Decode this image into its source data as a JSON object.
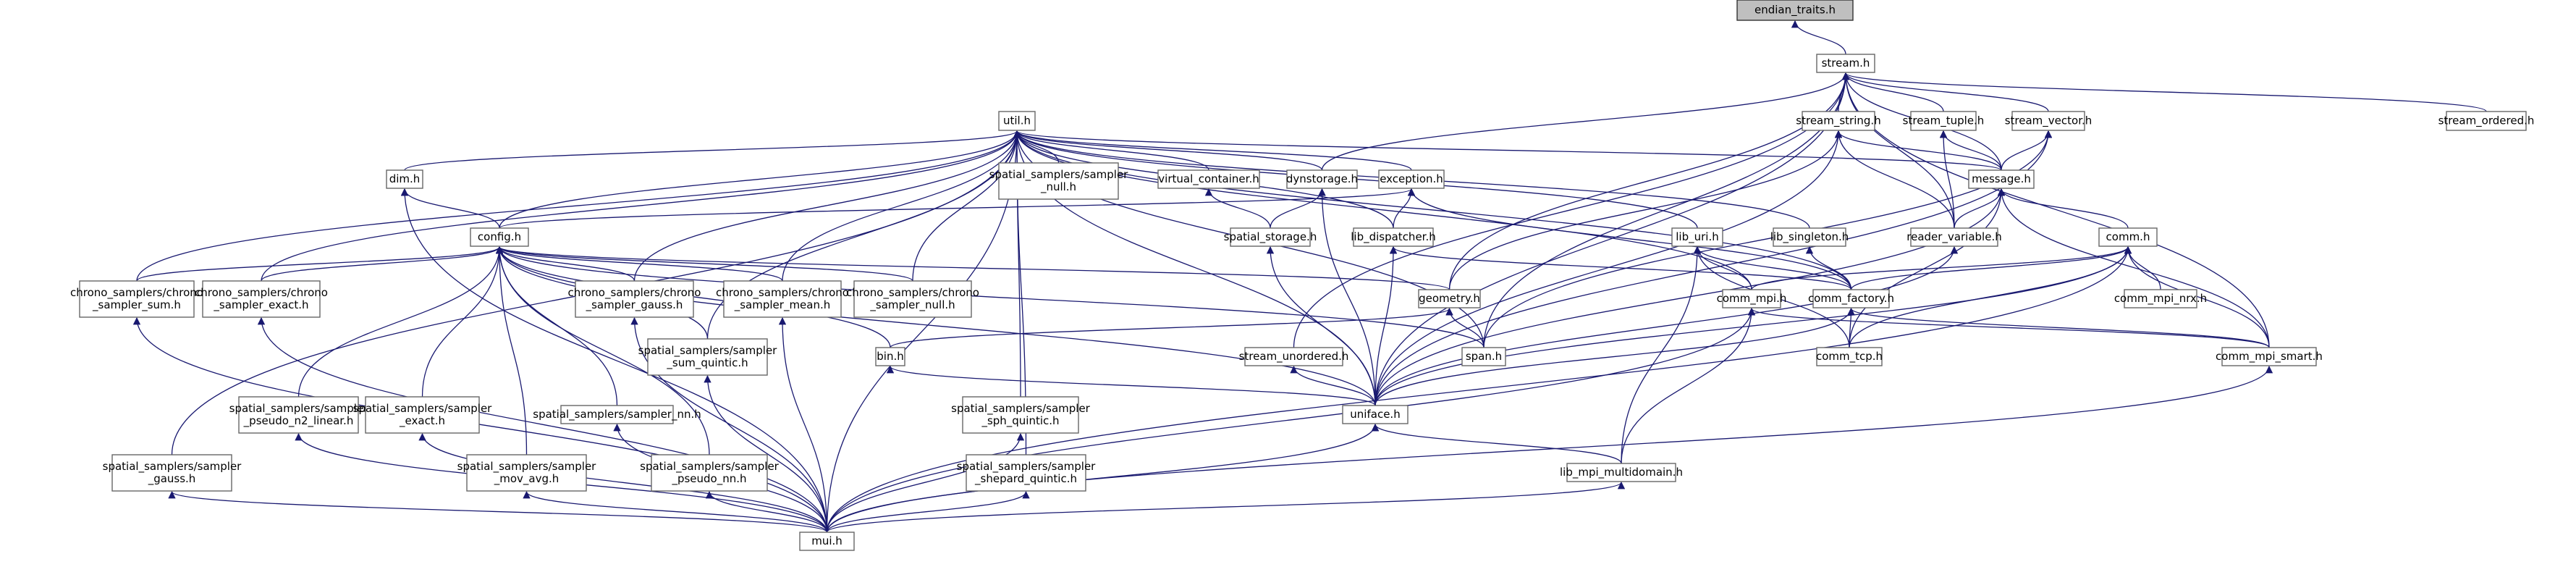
{
  "graph": {
    "title": "endian_traits.h",
    "colors": {
      "edge": "#191970",
      "node_border": "#666666",
      "root_fill": "#bfbfbf"
    },
    "nodes": [
      {
        "id": "endian_traits",
        "lines": [
          "endian_traits.h"
        ],
        "root": true
      },
      {
        "id": "stream",
        "lines": [
          "stream.h"
        ]
      },
      {
        "id": "util",
        "lines": [
          "util.h"
        ]
      },
      {
        "id": "stream_string",
        "lines": [
          "stream_string.h"
        ]
      },
      {
        "id": "stream_tuple",
        "lines": [
          "stream_tuple.h"
        ]
      },
      {
        "id": "stream_vector",
        "lines": [
          "stream_vector.h"
        ]
      },
      {
        "id": "stream_ordered",
        "lines": [
          "stream_ordered.h"
        ]
      },
      {
        "id": "dim",
        "lines": [
          "dim.h"
        ]
      },
      {
        "id": "spatial_null",
        "lines": [
          "spatial_samplers/sampler",
          "_null.h"
        ]
      },
      {
        "id": "virtual_container",
        "lines": [
          "virtual_container.h"
        ]
      },
      {
        "id": "dynstorage",
        "lines": [
          "dynstorage.h"
        ]
      },
      {
        "id": "exception",
        "lines": [
          "exception.h"
        ]
      },
      {
        "id": "message",
        "lines": [
          "message.h"
        ]
      },
      {
        "id": "config",
        "lines": [
          "config.h"
        ]
      },
      {
        "id": "spatial_storage",
        "lines": [
          "spatial_storage.h"
        ]
      },
      {
        "id": "lib_dispatcher",
        "lines": [
          "lib_dispatcher.h"
        ]
      },
      {
        "id": "lib_uri",
        "lines": [
          "lib_uri.h"
        ]
      },
      {
        "id": "lib_singleton",
        "lines": [
          "lib_singleton.h"
        ]
      },
      {
        "id": "reader_variable",
        "lines": [
          "reader_variable.h"
        ]
      },
      {
        "id": "comm",
        "lines": [
          "comm.h"
        ]
      },
      {
        "id": "chrono_sum",
        "lines": [
          "chrono_samplers/chrono",
          "_sampler_sum.h"
        ]
      },
      {
        "id": "chrono_exact",
        "lines": [
          "chrono_samplers/chrono",
          "_sampler_exact.h"
        ]
      },
      {
        "id": "chrono_gauss",
        "lines": [
          "chrono_samplers/chrono",
          "_sampler_gauss.h"
        ]
      },
      {
        "id": "chrono_mean",
        "lines": [
          "chrono_samplers/chrono",
          "_sampler_mean.h"
        ]
      },
      {
        "id": "chrono_null",
        "lines": [
          "chrono_samplers/chrono",
          "_sampler_null.h"
        ]
      },
      {
        "id": "geometry",
        "lines": [
          "geometry.h"
        ]
      },
      {
        "id": "comm_mpi",
        "lines": [
          "comm_mpi.h"
        ]
      },
      {
        "id": "comm_factory",
        "lines": [
          "comm_factory.h"
        ]
      },
      {
        "id": "comm_mpi_nrx",
        "lines": [
          "comm_mpi_nrx.h"
        ]
      },
      {
        "id": "spatial_sum_quintic",
        "lines": [
          "spatial_samplers/sampler",
          "_sum_quintic.h"
        ]
      },
      {
        "id": "bin",
        "lines": [
          "bin.h"
        ]
      },
      {
        "id": "stream_unordered",
        "lines": [
          "stream_unordered.h"
        ]
      },
      {
        "id": "span",
        "lines": [
          "span.h"
        ]
      },
      {
        "id": "comm_tcp",
        "lines": [
          "comm_tcp.h"
        ]
      },
      {
        "id": "comm_mpi_smart",
        "lines": [
          "comm_mpi_smart.h"
        ]
      },
      {
        "id": "spatial_pseudo_n2_linear",
        "lines": [
          "spatial_samplers/sampler",
          "_pseudo_n2_linear.h"
        ]
      },
      {
        "id": "spatial_exact",
        "lines": [
          "spatial_samplers/sampler",
          "_exact.h"
        ]
      },
      {
        "id": "spatial_nn",
        "lines": [
          "spatial_samplers/sampler_nn.h"
        ]
      },
      {
        "id": "spatial_sph_quintic",
        "lines": [
          "spatial_samplers/sampler",
          "_sph_quintic.h"
        ]
      },
      {
        "id": "uniface",
        "lines": [
          "uniface.h"
        ]
      },
      {
        "id": "spatial_gauss",
        "lines": [
          "spatial_samplers/sampler",
          "_gauss.h"
        ]
      },
      {
        "id": "spatial_moving_avg",
        "lines": [
          "spatial_samplers/sampler",
          "_mov_avg.h"
        ]
      },
      {
        "id": "spatial_pseudo_nn",
        "lines": [
          "spatial_samplers/sampler",
          "_pseudo_nn.h"
        ]
      },
      {
        "id": "spatial_shepard_quintic",
        "lines": [
          "spatial_samplers/sampler",
          "_shepard_quintic.h"
        ]
      },
      {
        "id": "lib_mpi_multidomain",
        "lines": [
          "lib_mpi_multidomain.h"
        ]
      },
      {
        "id": "mui",
        "lines": [
          "mui.h"
        ]
      }
    ],
    "edges": [
      [
        "endian_traits",
        "stream"
      ],
      [
        "stream",
        "stream_string"
      ],
      [
        "stream",
        "stream_tuple"
      ],
      [
        "stream",
        "stream_vector"
      ],
      [
        "stream",
        "stream_ordered"
      ],
      [
        "stream",
        "message"
      ],
      [
        "stream",
        "reader_variable"
      ],
      [
        "stream",
        "dynstorage"
      ],
      [
        "stream",
        "geometry"
      ],
      [
        "stream",
        "span"
      ],
      [
        "stream",
        "stream_unordered"
      ],
      [
        "stream",
        "uniface"
      ],
      [
        "stream",
        "comm_mpi_smart"
      ],
      [
        "util",
        "dim"
      ],
      [
        "util",
        "spatial_null"
      ],
      [
        "util",
        "virtual_container"
      ],
      [
        "util",
        "dynstorage"
      ],
      [
        "util",
        "exception"
      ],
      [
        "util",
        "message"
      ],
      [
        "util",
        "config"
      ],
      [
        "util",
        "lib_dispatcher"
      ],
      [
        "util",
        "lib_uri"
      ],
      [
        "util",
        "lib_singleton"
      ],
      [
        "util",
        "chrono_sum"
      ],
      [
        "util",
        "chrono_exact"
      ],
      [
        "util",
        "chrono_gauss"
      ],
      [
        "util",
        "chrono_mean"
      ],
      [
        "util",
        "chrono_null"
      ],
      [
        "util",
        "comm_mpi"
      ],
      [
        "util",
        "comm_factory"
      ],
      [
        "util",
        "spatial_sum_quintic"
      ],
      [
        "util",
        "span"
      ],
      [
        "util",
        "uniface"
      ],
      [
        "util",
        "spatial_gauss"
      ],
      [
        "util",
        "spatial_sph_quintic"
      ],
      [
        "util",
        "spatial_shepard_quintic"
      ],
      [
        "util",
        "mui"
      ],
      [
        "stream_string",
        "message"
      ],
      [
        "stream_string",
        "reader_variable"
      ],
      [
        "stream_string",
        "geometry"
      ],
      [
        "stream_string",
        "uniface"
      ],
      [
        "stream_tuple",
        "message"
      ],
      [
        "stream_tuple",
        "reader_variable"
      ],
      [
        "stream_vector",
        "message"
      ],
      [
        "stream_vector",
        "span"
      ],
      [
        "stream_vector",
        "uniface"
      ],
      [
        "dim",
        "config"
      ],
      [
        "dim",
        "mui"
      ],
      [
        "virtual_container",
        "spatial_storage"
      ],
      [
        "dynstorage",
        "spatial_storage"
      ],
      [
        "dynstorage",
        "uniface"
      ],
      [
        "exception",
        "config"
      ],
      [
        "exception",
        "lib_dispatcher"
      ],
      [
        "exception",
        "comm_factory"
      ],
      [
        "message",
        "reader_variable"
      ],
      [
        "message",
        "comm"
      ],
      [
        "message",
        "comm_mpi_smart"
      ],
      [
        "message",
        "uniface"
      ],
      [
        "message",
        "comm_tcp"
      ],
      [
        "config",
        "chrono_sum"
      ],
      [
        "config",
        "chrono_exact"
      ],
      [
        "config",
        "chrono_gauss"
      ],
      [
        "config",
        "chrono_mean"
      ],
      [
        "config",
        "chrono_null"
      ],
      [
        "config",
        "geometry"
      ],
      [
        "config",
        "spatial_pseudo_n2_linear"
      ],
      [
        "config",
        "spatial_exact"
      ],
      [
        "config",
        "spatial_nn"
      ],
      [
        "config",
        "spatial_moving_avg"
      ],
      [
        "config",
        "spatial_pseudo_nn"
      ],
      [
        "config",
        "spatial_sum_quintic"
      ],
      [
        "config",
        "bin"
      ],
      [
        "config",
        "span"
      ],
      [
        "config",
        "uniface"
      ],
      [
        "spatial_storage",
        "uniface"
      ],
      [
        "lib_dispatcher",
        "comm_factory"
      ],
      [
        "lib_dispatcher",
        "uniface"
      ],
      [
        "lib_uri",
        "comm_factory"
      ],
      [
        "lib_uri",
        "comm_mpi"
      ],
      [
        "lib_uri",
        "comm_tcp"
      ],
      [
        "lib_uri",
        "lib_mpi_multidomain"
      ],
      [
        "lib_singleton",
        "comm_factory"
      ],
      [
        "reader_variable",
        "uniface"
      ],
      [
        "comm",
        "comm_factory"
      ],
      [
        "comm",
        "comm_mpi"
      ],
      [
        "comm",
        "comm_mpi_nrx"
      ],
      [
        "comm",
        "comm_tcp"
      ],
      [
        "comm",
        "comm_mpi_smart"
      ],
      [
        "comm",
        "uniface"
      ],
      [
        "comm",
        "mui"
      ],
      [
        "chrono_sum",
        "mui"
      ],
      [
        "chrono_exact",
        "mui"
      ],
      [
        "chrono_gauss",
        "mui"
      ],
      [
        "chrono_mean",
        "mui"
      ],
      [
        "geometry",
        "bin"
      ],
      [
        "geometry",
        "span"
      ],
      [
        "comm_mpi",
        "comm_mpi_smart"
      ],
      [
        "comm_mpi",
        "lib_mpi_multidomain"
      ],
      [
        "comm_mpi",
        "mui"
      ],
      [
        "comm_factory",
        "comm_tcp"
      ],
      [
        "comm_factory",
        "comm_mpi_smart"
      ],
      [
        "comm_factory",
        "uniface"
      ],
      [
        "spatial_sum_quintic",
        "mui"
      ],
      [
        "bin",
        "uniface"
      ],
      [
        "stream_unordered",
        "uniface"
      ],
      [
        "comm_mpi_smart",
        "mui"
      ],
      [
        "spatial_pseudo_n2_linear",
        "mui"
      ],
      [
        "spatial_exact",
        "mui"
      ],
      [
        "spatial_nn",
        "mui"
      ],
      [
        "spatial_sph_quintic",
        "mui"
      ],
      [
        "uniface",
        "lib_mpi_multidomain"
      ],
      [
        "uniface",
        "mui"
      ],
      [
        "spatial_gauss",
        "mui"
      ],
      [
        "spatial_moving_avg",
        "mui"
      ],
      [
        "spatial_pseudo_nn",
        "mui"
      ],
      [
        "spatial_shepard_quintic",
        "mui"
      ],
      [
        "lib_mpi_multidomain",
        "mui"
      ]
    ]
  }
}
